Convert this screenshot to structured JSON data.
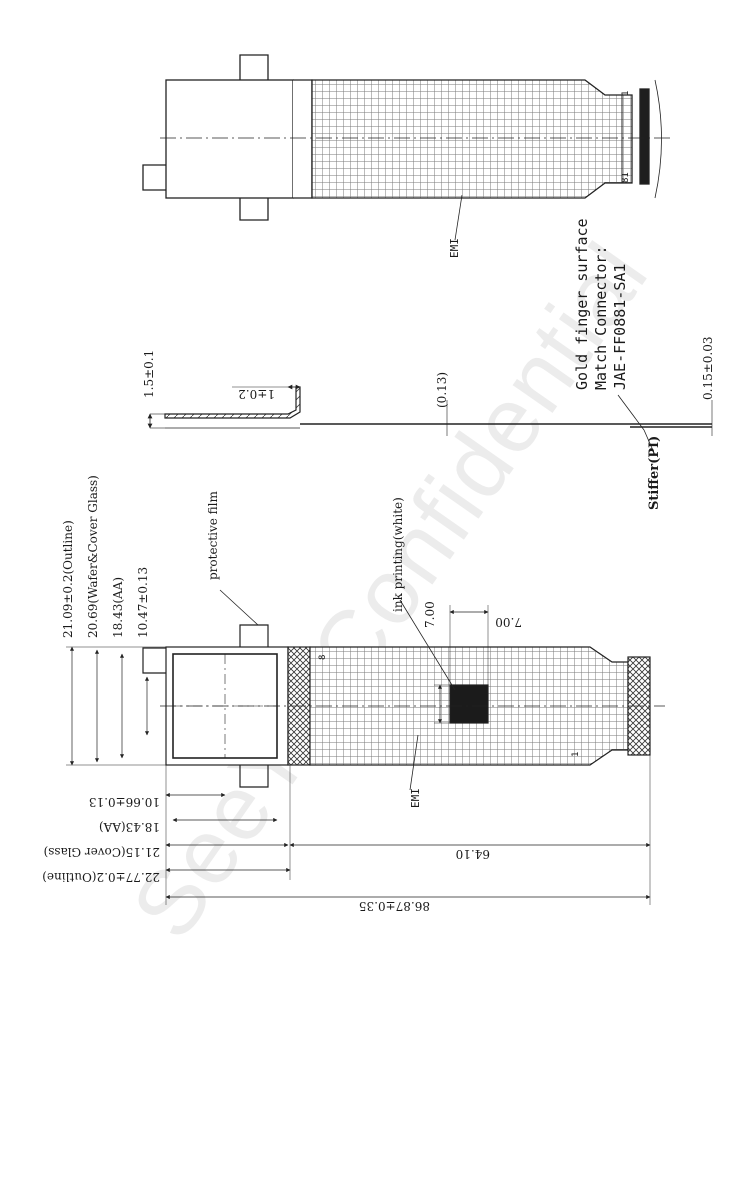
{
  "watermark": "SeeYA Confidential",
  "front_view": {
    "dims_vertical": {
      "outline_width": "21.09±0.2(Outline)",
      "wafer_cover_width": "20.69(Wafer&Cover Glass)",
      "aa_width": "18.43(AA)",
      "inner_width": "10.47±0.13"
    },
    "dims_horizontal": {
      "inner_length": "10.66±0.13",
      "aa_length": "18.43(AA)",
      "cover_glass_length": "21.15(Cover Glass)",
      "outline_length": "22.77±0.2(Outline)",
      "fpc_length": "64.10",
      "total_length": "86.87±0.35"
    },
    "ink_square_1": "7.00",
    "ink_square_2": "7.00",
    "labels": {
      "protective_film": "protective film",
      "ink_printing": "ink printing(white)",
      "emi": "EMI",
      "pin_first": "8",
      "pin_last": "1"
    }
  },
  "side_view": {
    "thickness": "1.5±0.1",
    "bend": "1±0.2",
    "fpc_thickness": "(0.13)",
    "stiffener_thickness": "0.15±0.03",
    "stiffener_label": "Stiffer(PI)",
    "gold_finger_lines": [
      "Gold finger surface",
      "Match Connector:",
      "JAE-FF0881-SA1"
    ]
  },
  "back_view": {
    "emi_label": "EMI",
    "pin_1": "1",
    "pin_81": "81"
  }
}
